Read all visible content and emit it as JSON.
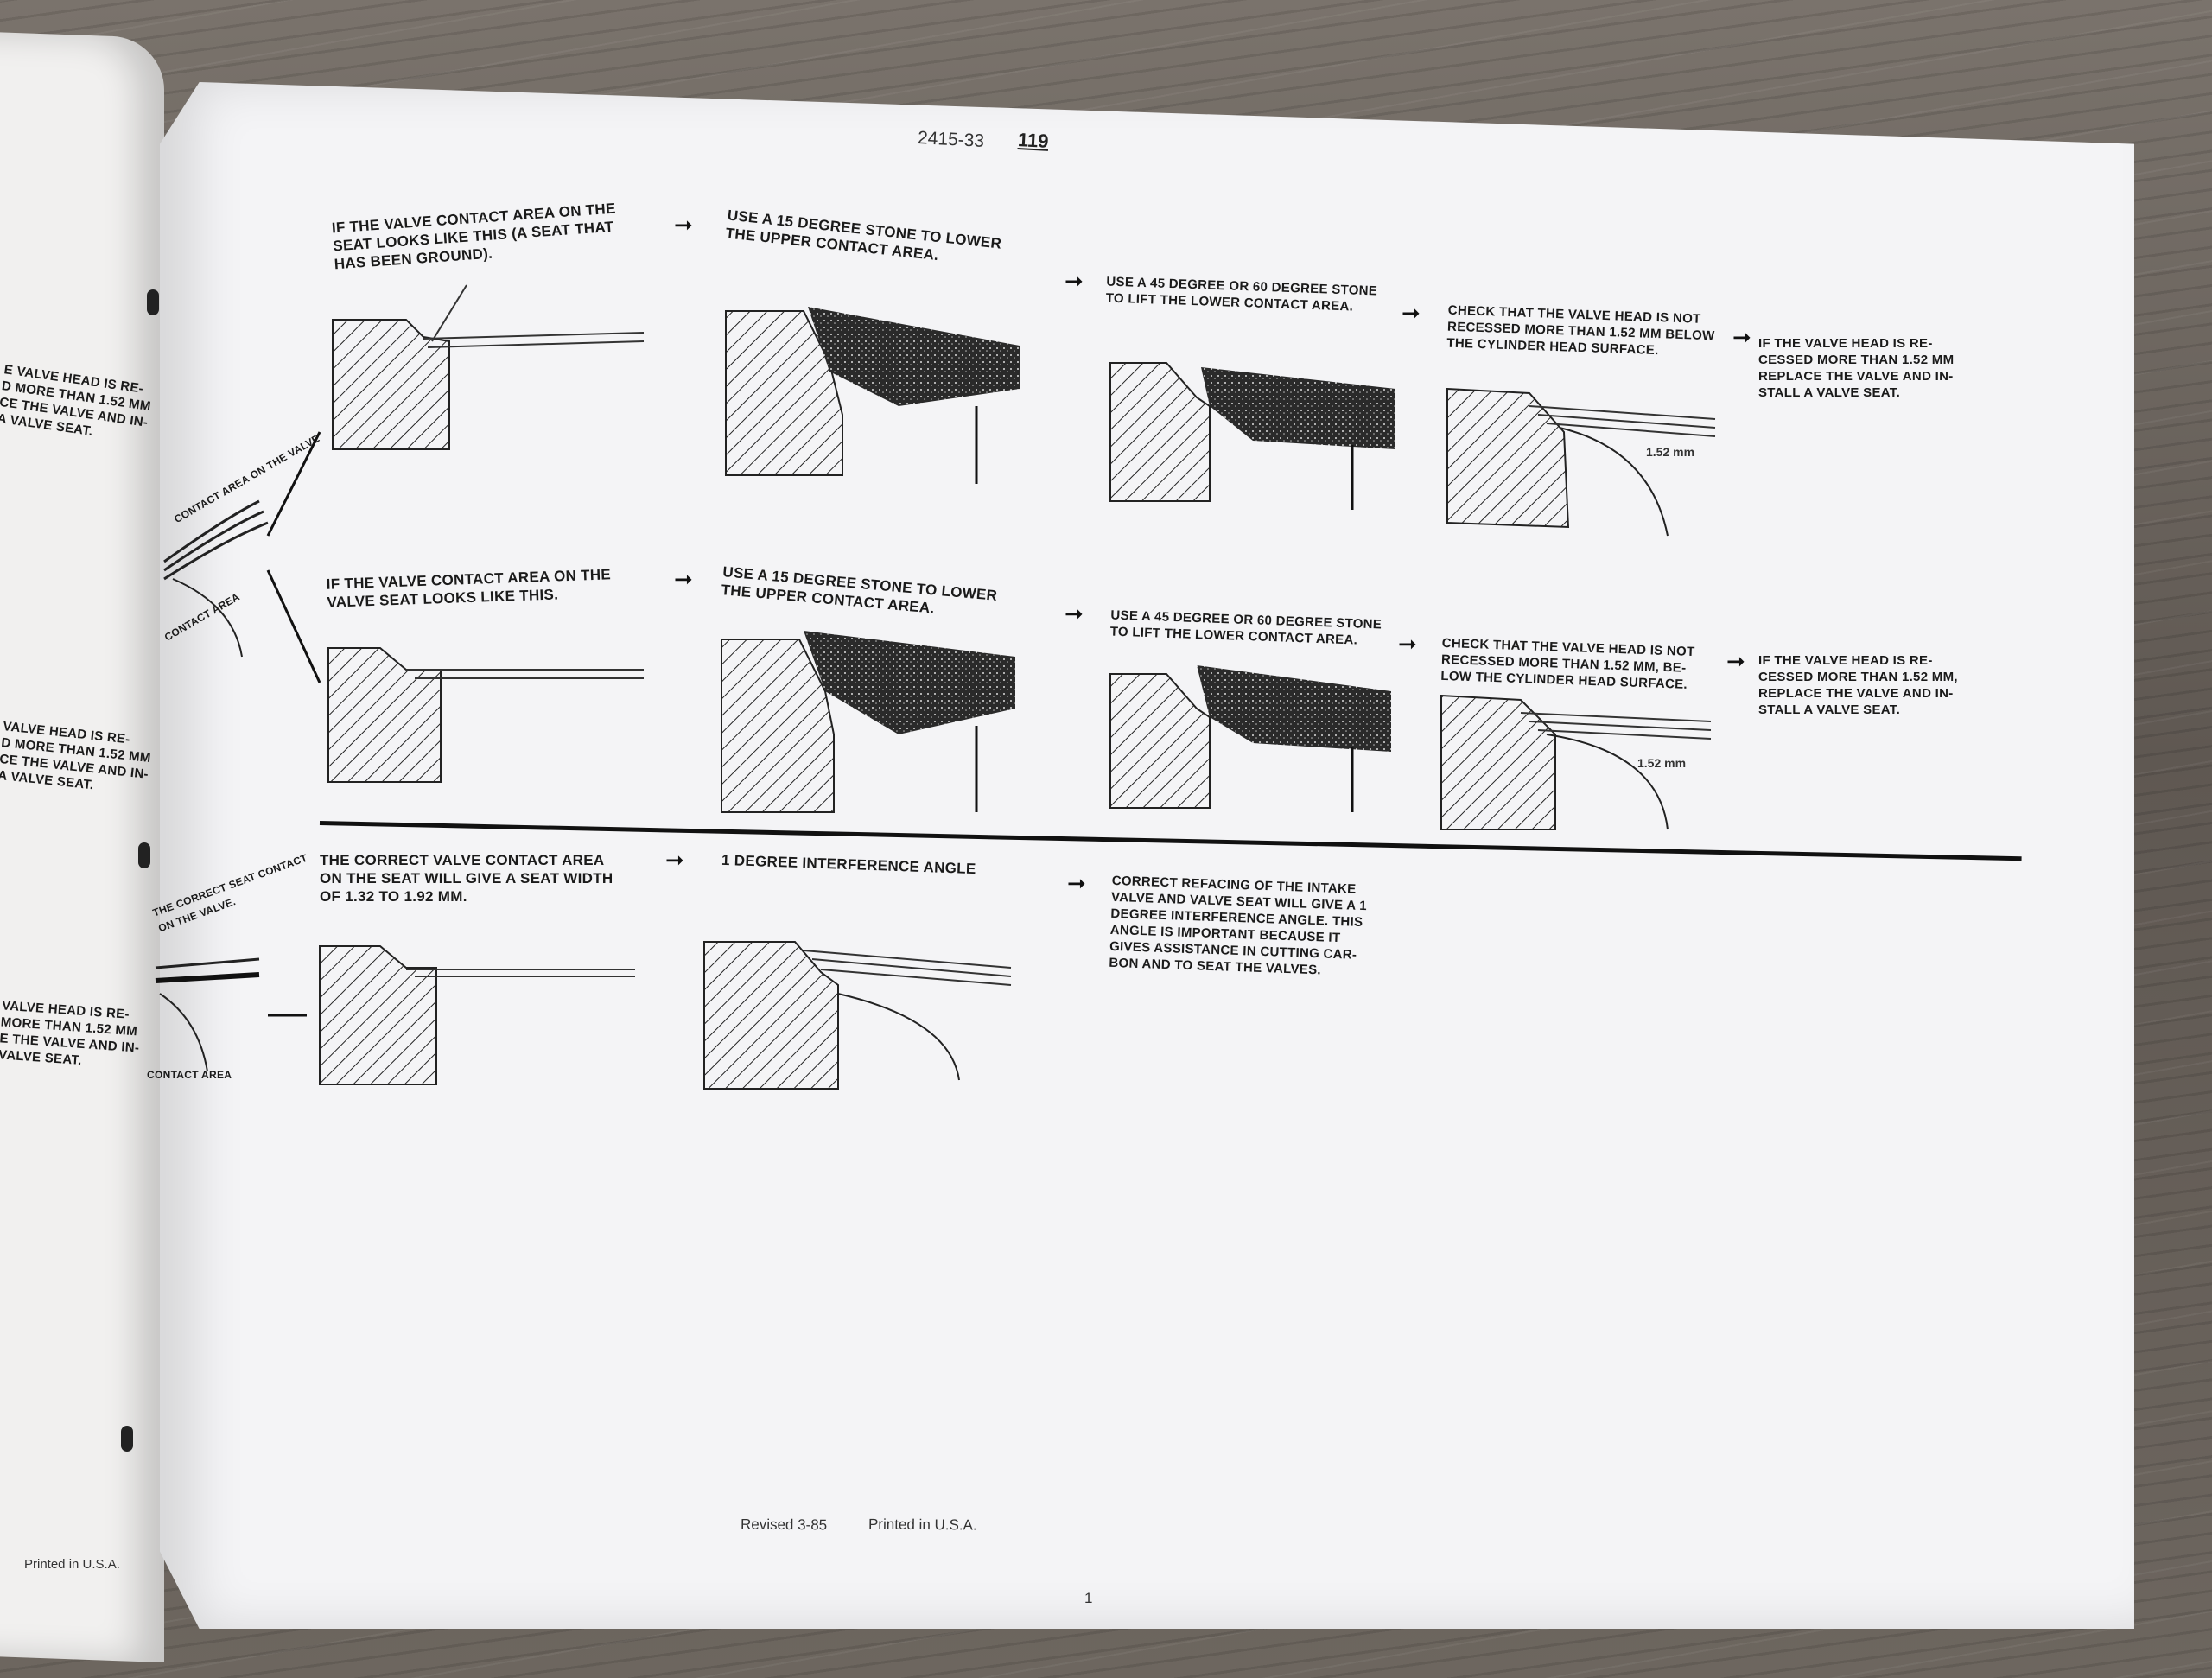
{
  "header": {
    "code": "2415-33",
    "page_number": "119"
  },
  "rows": [
    {
      "step1": "IF THE VALVE CONTACT AREA ON THE\nSEAT LOOKS LIKE THIS (A SEAT THAT\nHAS BEEN GROUND).",
      "step2": "USE A 15 DEGREE STONE TO LOWER\nTHE UPPER CONTACT AREA.",
      "step3": "USE A 45 DEGREE OR 60 DEGREE STONE\nTO LIFT THE LOWER CONTACT AREA.",
      "step4": "CHECK THAT THE VALVE HEAD IS NOT\nRECESSED MORE THAN 1.52 mm BELOW\nTHE CYLINDER HEAD SURFACE.",
      "step5": "IF THE VALVE HEAD IS RE-\nCESSED MORE THAN 1.52 mm\nREPLACE THE VALVE AND IN-\nSTALL A VALVE SEAT."
    },
    {
      "step1": "IF THE VALVE CONTACT AREA ON THE\nVALVE SEAT LOOKS LIKE THIS.",
      "step2": "USE A 15 DEGREE STONE TO LOWER\nTHE UPPER CONTACT AREA.",
      "step3": "USE A 45 DEGREE OR 60 DEGREE STONE\nTO LIFT THE LOWER CONTACT AREA.",
      "step4": "CHECK THAT THE VALVE HEAD IS NOT\nRECESSED MORE THAN 1.52 mm, BE-\nLOW THE CYLINDER HEAD SURFACE.",
      "step5": "IF THE VALVE HEAD IS RE-\nCESSED MORE THAN 1.52 mm,\nREPLACE THE VALVE AND IN-\nSTALL A VALVE SEAT."
    },
    {
      "step1": "THE CORRECT VALVE CONTACT AREA\nON THE SEAT WILL GIVE A SEAT WIDTH\nOF 1.32 TO 1.92 mm.",
      "step2": "1 DEGREE INTERFERENCE ANGLE",
      "step3": "CORRECT REFACING OF THE INTAKE\nVALVE AND VALVE SEAT WILL GIVE A 1\nDEGREE INTERFERENCE ANGLE. THIS\nANGLE IS IMPORTANT BECAUSE IT\nGIVES ASSISTANCE IN CUTTING CAR-\nBON AND TO SEAT THE VALVES."
    }
  ],
  "side": {
    "label_1": "CONTACT AREA ON THE VALVE",
    "label_2": "CONTACT AREA",
    "label_3": "THE CORRECT SEAT CONTACT\nON THE VALVE.",
    "label_4": "CONTACT AREA"
  },
  "dimensions": {
    "d1": "1.52 mm",
    "d2": "1.52 mm"
  },
  "left_page": {
    "text_1": "E VALVE HEAD IS RE-\nD MORE THAN 1.52 mm\nCE THE VALVE AND IN-\nA VALVE SEAT.",
    "text_2": "VALVE HEAD IS RE-\nD MORE THAN 1.52 mm\nCE THE VALVE AND IN-\nA VALVE SEAT.",
    "text_3": "VALVE HEAD IS RE-\nMORE THAN 1.52 mm\nE THE VALVE AND IN-\nVALVE SEAT.",
    "footer": "Printed in U.S.A."
  },
  "footer": {
    "revised": "Revised 3-85",
    "printed": "Printed in U.S.A.",
    "mark": "1"
  }
}
